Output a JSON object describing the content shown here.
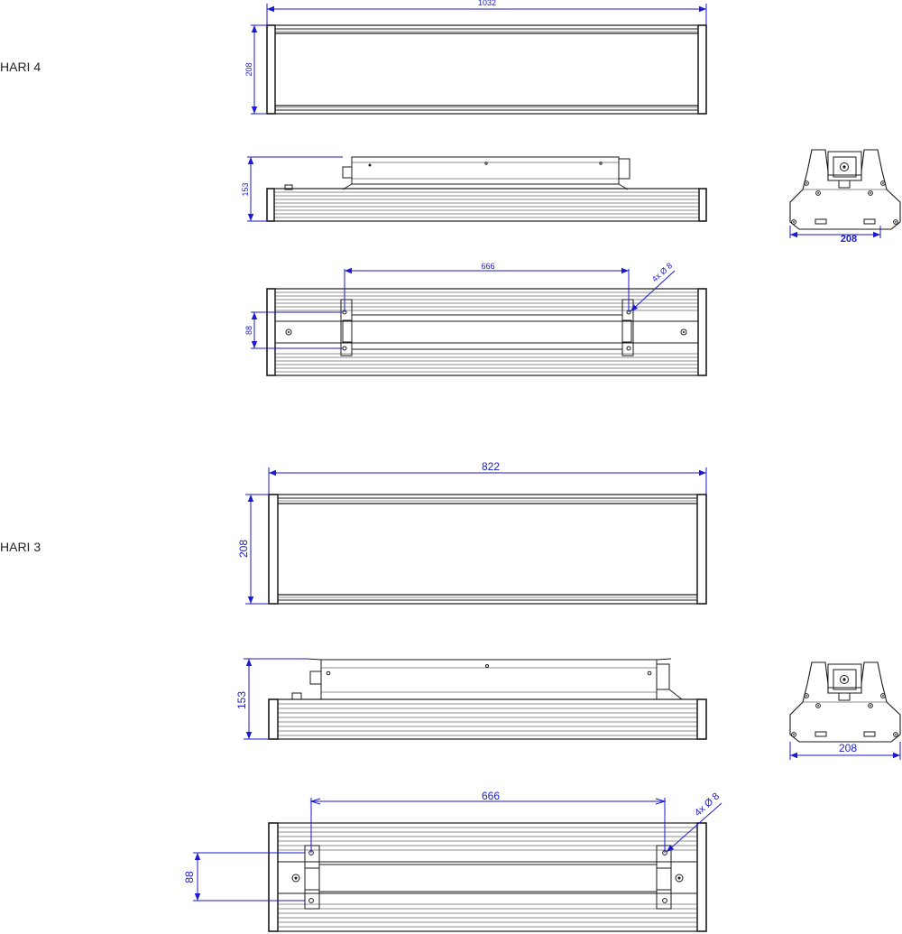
{
  "sections": [
    {
      "label": "HARI 4",
      "dims": {
        "top_length": "1032",
        "top_width": "208",
        "side_height": "153",
        "end_width": "208",
        "bottom_spacing": "666",
        "bottom_offset": "88",
        "holes": "4x Ø 8"
      }
    },
    {
      "label": "HARI 3",
      "dims": {
        "top_length": "822",
        "top_width": "208",
        "side_height": "153",
        "end_width": "208",
        "bottom_spacing": "666",
        "bottom_offset": "88",
        "holes": "4x Ø 8"
      }
    }
  ],
  "colors": {
    "dimension": "#1a1ad0",
    "line": "#1a1a1a"
  }
}
